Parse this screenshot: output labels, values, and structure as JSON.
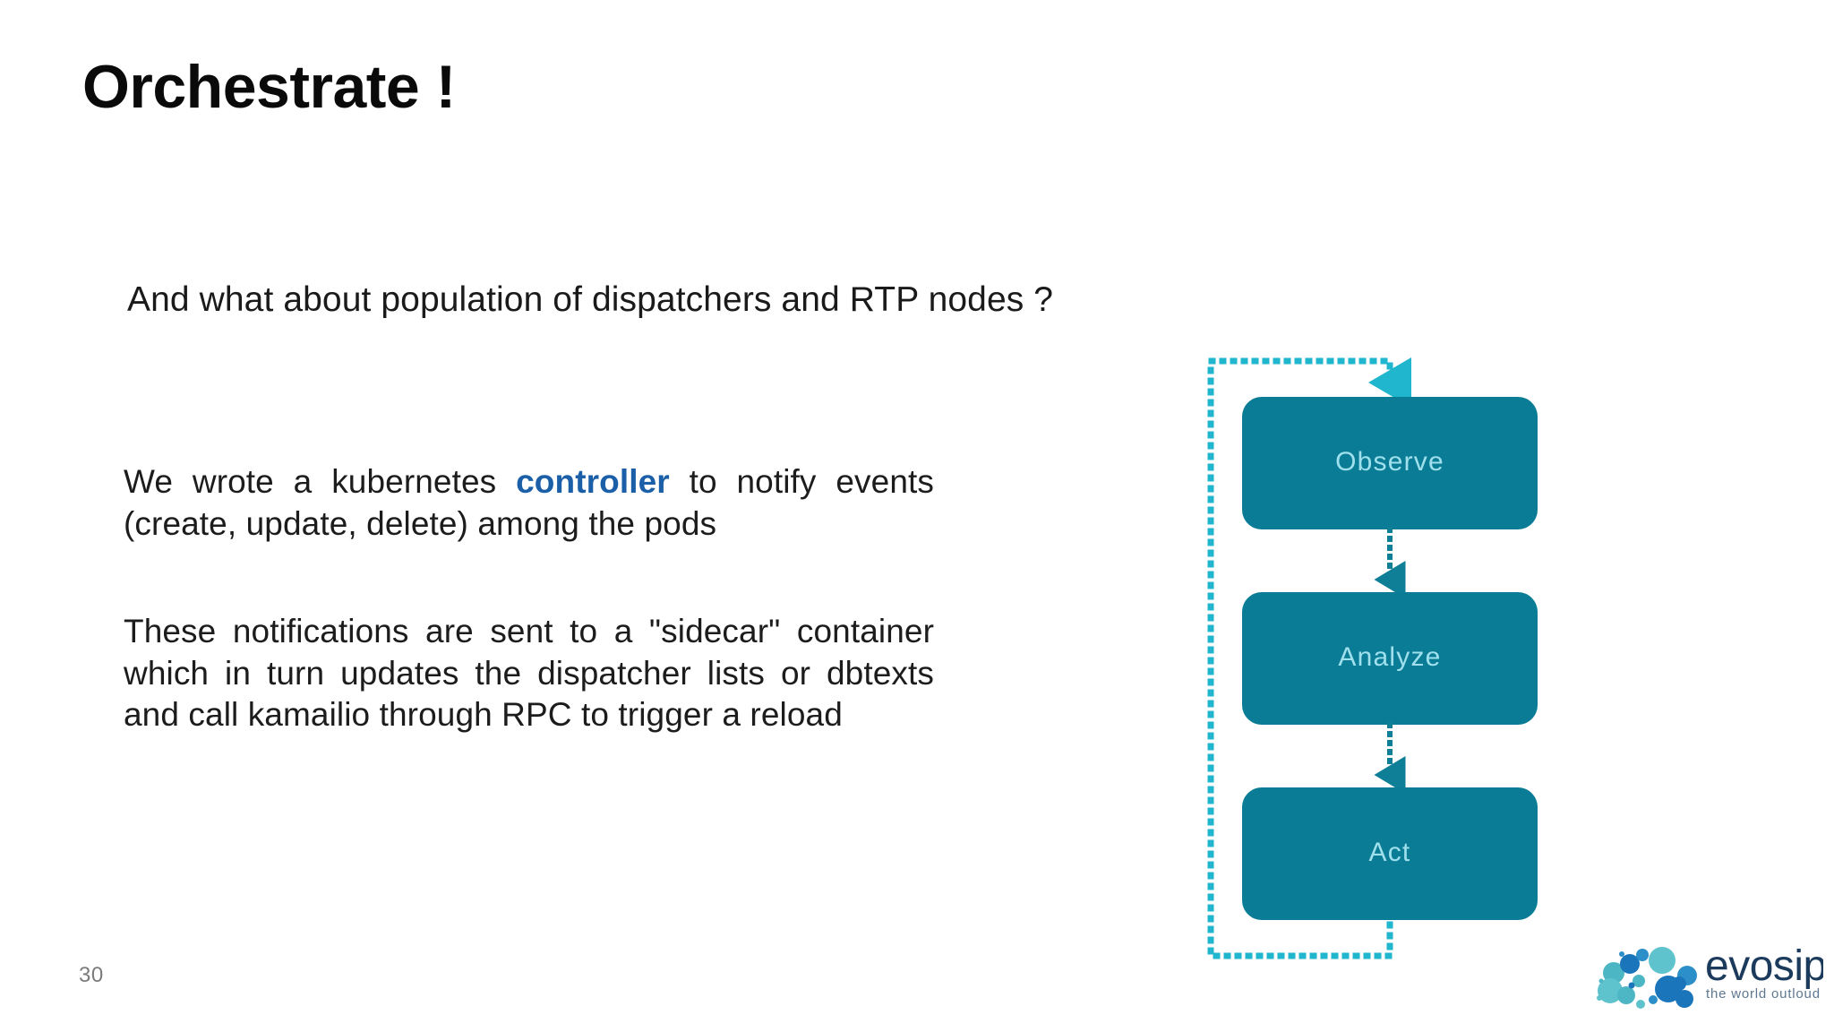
{
  "slide": {
    "title": "Orchestrate !",
    "page_number": "30",
    "background_color": "#ffffff"
  },
  "content": {
    "lead_question": "And what about population of dispatchers and RTP nodes ?",
    "paragraph_1": {
      "before_accent": "We wrote a kubernetes ",
      "accent": "controller",
      "after_accent": " to notify events (create, update, delete) among the pods"
    },
    "paragraph_2": "These notifications are sent to a \"sidecar\" container which in turn updates the dispatcher lists or dbtexts and call kamailio through RPC to trigger a reload",
    "accent_color": "#1a5fa8",
    "body_color": "#1c1c1c"
  },
  "diagram": {
    "name": "observe-analyze-act-loop",
    "type": "flow-cycle",
    "node_fill": "#0a7c96",
    "node_text_color": "#9fe0ec",
    "connector_color": "#0f7f97",
    "loop_color": "#1fb6ce",
    "loop_style": "dotted",
    "nodes": [
      {
        "id": "observe",
        "label": "Observe"
      },
      {
        "id": "analyze",
        "label": "Analyze"
      },
      {
        "id": "act",
        "label": "Act"
      }
    ],
    "edges": [
      {
        "from": "observe",
        "to": "analyze",
        "style": "dotted-arrow"
      },
      {
        "from": "analyze",
        "to": "act",
        "style": "dotted-arrow"
      },
      {
        "from": "act",
        "to": "observe",
        "style": "dotted-feedback-loop"
      }
    ]
  },
  "logo": {
    "wordmark": "evosip",
    "tagline": "the world outloud",
    "wordmark_color": "#1b3a5c",
    "tagline_color": "#5d7890",
    "bubble_colors": [
      "#1b75bb",
      "#4db6c4",
      "#2c8fc9",
      "#5fc3cd"
    ]
  }
}
